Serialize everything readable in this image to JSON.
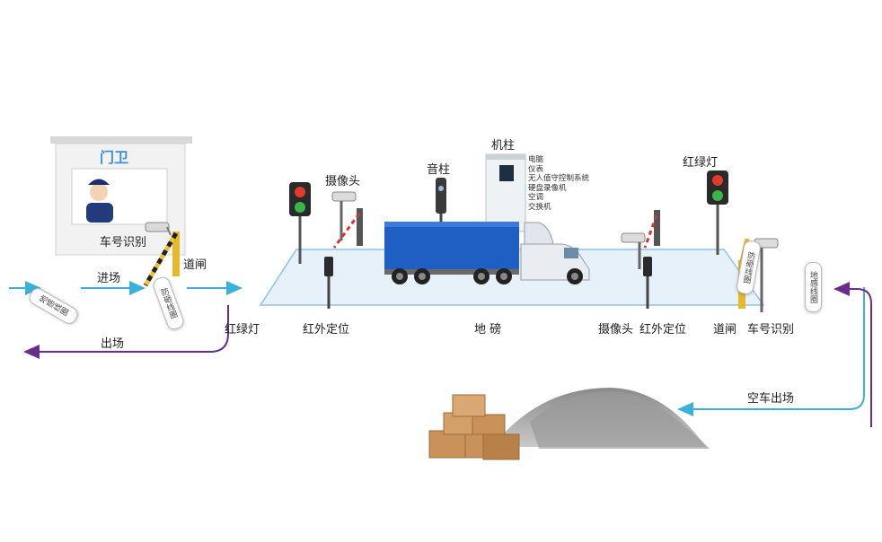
{
  "booth": {
    "title": "门卫",
    "plate_recognition": "车号识别",
    "barrier": "道闸"
  },
  "flow": {
    "enter": "进场",
    "exit": "出场",
    "empty_exit": "空车出场"
  },
  "signs": {
    "ground_loop": "地感线圈",
    "anti_smash_loop": "防砸线圈"
  },
  "equipment": {
    "traffic_light": "红绿灯",
    "camera": "摄像头",
    "speaker_post": "音柱",
    "cabinet": "机柱",
    "cabinet_items": [
      "电脑",
      "仪表",
      "无人值守控制系统",
      "硬盘录像机",
      "空调",
      "交换机"
    ],
    "infrared": "红外定位",
    "scale": "地 磅",
    "barrier": "道闸",
    "plate_recognition": "车号识别"
  },
  "colors": {
    "enter_arrow": "#3bb0d8",
    "exit_arrow": "#6a2d8c",
    "truck_box": "#1f5fc4",
    "platform": "#e7f1fa"
  }
}
